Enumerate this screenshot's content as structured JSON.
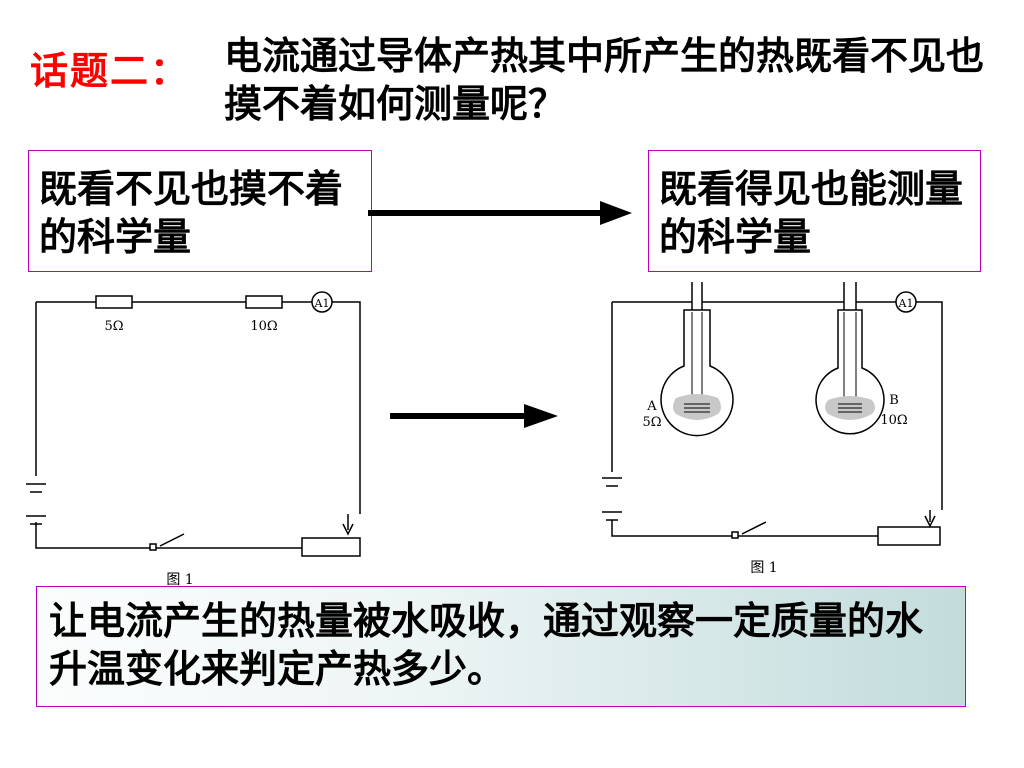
{
  "slide": {
    "topic_label": "话题二：",
    "topic_question": "电流通过导体产热其中所产生的热既看不见也摸不着如何测量呢？",
    "left_box": "既看不见也摸不着的科学量",
    "right_box": "既看得见也能测量的科学量",
    "conclusion": "让电流产生的热量被水吸收，通过观察一定质量的水升温变化来判定产热多少。"
  },
  "diagram_left": {
    "resistor_1": "5Ω",
    "resistor_2": "10Ω",
    "ammeter": "A1",
    "caption": "图 1"
  },
  "diagram_right": {
    "flask_a_letter": "A",
    "flask_a_value": "5Ω",
    "flask_b_letter": "B",
    "flask_b_value": "10Ω",
    "ammeter": "A1",
    "caption": "图 1"
  }
}
